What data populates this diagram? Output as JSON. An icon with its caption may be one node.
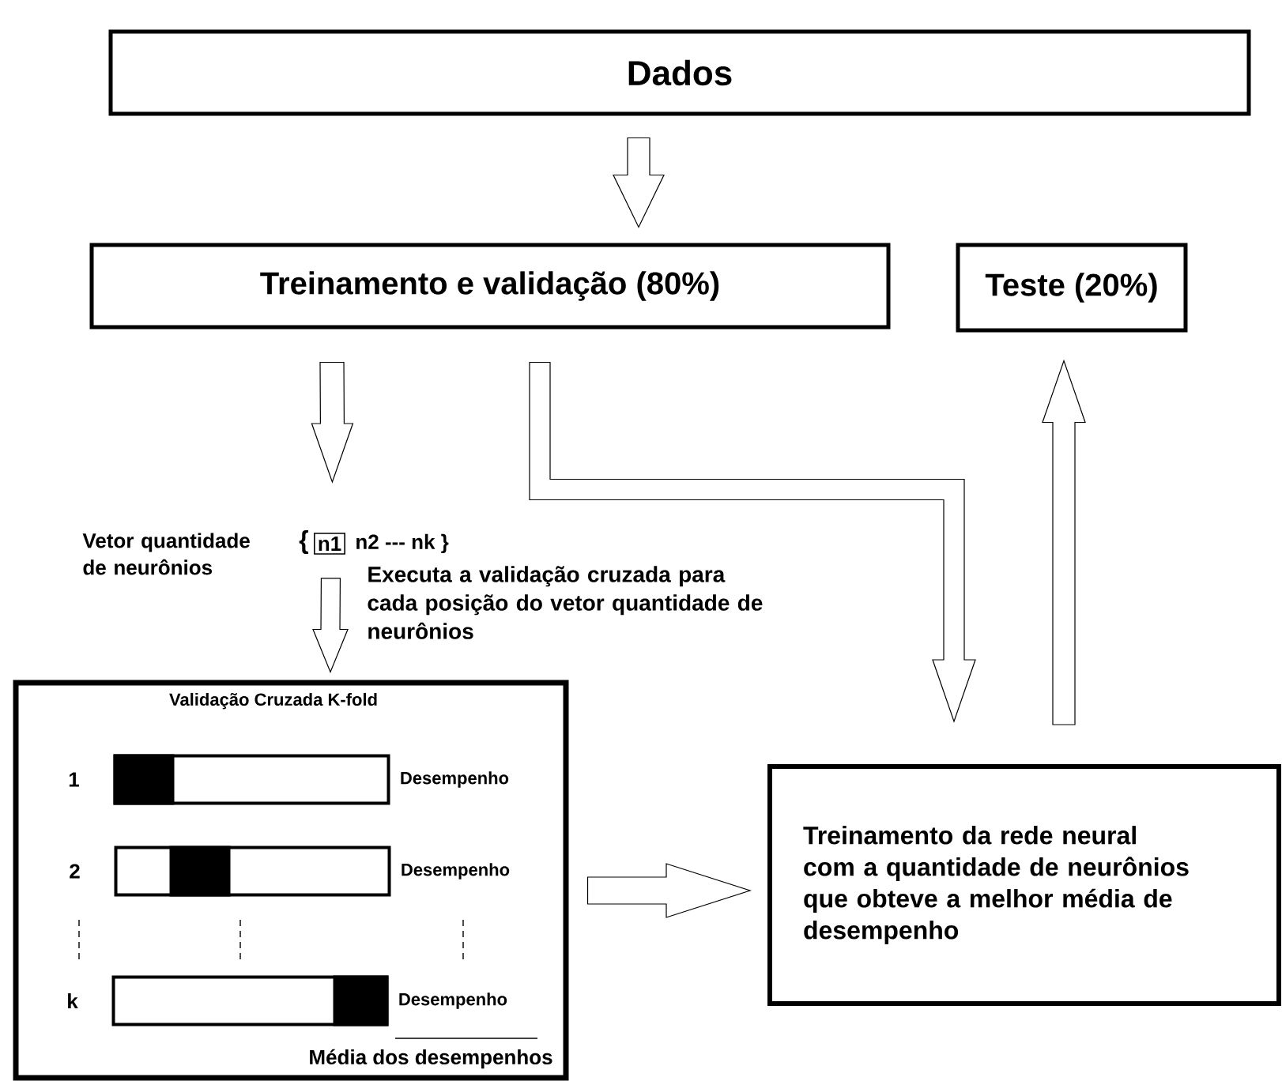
{
  "diagram": {
    "nodes": [
      {
        "text": [
          "Dados"
        ]
      },
      {
        "text": [
          "Treinamento e validação (80%)"
        ]
      },
      {
        "text": [
          "Teste (20%)"
        ]
      },
      {
        "text": [
          "Vetor quantidade de neurônios"
        ]
      },
      {
        "text": [
          "n1"
        ],
        "beside": [
          "{",
          "n2 --- nk }"
        ]
      },
      {
        "text": [
          "Validação Cruzada K-fold"
        ]
      },
      {
        "text": [],
        "shape": "bar",
        "in": 5,
        "beside": [
          "1",
          "Desempenho"
        ]
      },
      {
        "text": [],
        "shape": "bar",
        "in": 5,
        "beside": [
          "2",
          "Desempenho"
        ]
      },
      {
        "text": [],
        "shape": "bar",
        "in": 5,
        "beside": [
          "k",
          "Desempenho"
        ]
      },
      {
        "text": [
          "Treinamento da rede neural com a quantidade de neurônios que obteve a melhor média de desempenho"
        ]
      }
    ],
    "edges": [
      {
        "from": 0,
        "to": 1,
        "arrow": "to"
      },
      {
        "from": 1,
        "to": 3,
        "arrow": "to"
      },
      {
        "from": 1,
        "to": 9,
        "arrow": "to"
      },
      {
        "from": 3,
        "to": 5,
        "arrow": "to",
        "label": "Executa a validação cruzada para cada posição do vetor quantidade de neurônios"
      },
      {
        "from": 5,
        "to": 9,
        "arrow": "to"
      },
      {
        "from": 9,
        "to": 2,
        "arrow": "to"
      }
    ],
    "labels": [
      "Média dos desempenhos"
    ]
  }
}
